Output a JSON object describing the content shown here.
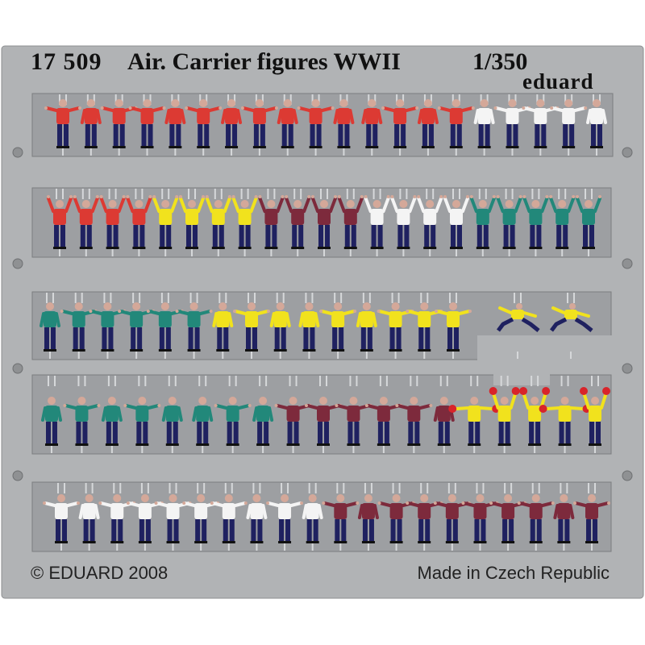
{
  "header": {
    "code": "17 509",
    "title": "Air. Carrier figures WWII",
    "scale": "1/350",
    "brand": "eduard"
  },
  "footer": {
    "copyright": "© EDUARD 2008",
    "origin": "Made in Czech Republic"
  },
  "colors": {
    "plate": "#b1b3b5",
    "plate_border": "#8d8f91",
    "strip": "#9d9fa2",
    "strip_border": "#7c7e80",
    "sprue": "#d6d8da",
    "trousers": "#1f2160",
    "skin": "#d4a899",
    "red": "#dc3a33",
    "white": "#f4f4f4",
    "yellow": "#f1e21d",
    "maroon": "#7d2a3c",
    "green": "#22887a",
    "paddle": "#d8242a"
  },
  "rows": [
    {
      "figures": [
        [
          "red",
          "arms-out"
        ],
        [
          "red",
          "arms-down"
        ],
        [
          "red",
          "arms-out"
        ],
        [
          "red",
          "arms-out"
        ],
        [
          "red",
          "arms-down"
        ],
        [
          "red",
          "arms-out"
        ],
        [
          "red",
          "arms-down"
        ],
        [
          "red",
          "arms-out"
        ],
        [
          "red",
          "arms-down"
        ],
        [
          "red",
          "arms-out"
        ],
        [
          "red",
          "arms-down"
        ],
        [
          "red",
          "arms-down"
        ],
        [
          "red",
          "arms-out"
        ],
        [
          "red",
          "arms-down"
        ],
        [
          "red",
          "arms-out"
        ],
        [
          "white",
          "arms-down"
        ],
        [
          "white",
          "arms-out"
        ],
        [
          "white",
          "arms-out"
        ],
        [
          "white",
          "arms-out"
        ],
        [
          "white",
          "arms-down"
        ]
      ]
    },
    {
      "figures": [
        [
          "red",
          "arms-up"
        ],
        [
          "red",
          "arms-up"
        ],
        [
          "red",
          "arms-up"
        ],
        [
          "red",
          "arms-up"
        ],
        [
          "yellow",
          "arms-up"
        ],
        [
          "yellow",
          "arms-up"
        ],
        [
          "yellow",
          "arms-up"
        ],
        [
          "yellow",
          "arms-up"
        ],
        [
          "maroon",
          "arms-up"
        ],
        [
          "maroon",
          "arms-up"
        ],
        [
          "maroon",
          "arms-up"
        ],
        [
          "maroon",
          "arms-up"
        ],
        [
          "white",
          "arms-up"
        ],
        [
          "white",
          "arms-up"
        ],
        [
          "white",
          "arms-up"
        ],
        [
          "white",
          "arms-up"
        ],
        [
          "green",
          "arms-up"
        ],
        [
          "green",
          "arms-up"
        ],
        [
          "green",
          "arms-up"
        ],
        [
          "green",
          "arms-up"
        ],
        [
          "green",
          "arms-up"
        ]
      ]
    },
    {
      "figures": [
        [
          "green",
          "arms-down"
        ],
        [
          "green",
          "arms-out"
        ],
        [
          "green",
          "arms-out"
        ],
        [
          "green",
          "arms-out"
        ],
        [
          "green",
          "arms-out"
        ],
        [
          "green",
          "arms-out"
        ],
        [
          "yellow",
          "arms-down"
        ],
        [
          "yellow",
          "arms-out"
        ],
        [
          "yellow",
          "arms-down"
        ],
        [
          "yellow",
          "arms-down"
        ],
        [
          "yellow",
          "arms-out"
        ],
        [
          "yellow",
          "arms-down"
        ],
        [
          "yellow",
          "arms-out"
        ],
        [
          "yellow",
          "arms-out"
        ],
        [
          "yellow",
          "arms-out"
        ],
        [
          "yellow",
          "crouch"
        ],
        [
          "yellow",
          "crouch"
        ]
      ]
    },
    {
      "figures": [
        [
          "green",
          "arms-down"
        ],
        [
          "green",
          "arms-out"
        ],
        [
          "green",
          "arms-down"
        ],
        [
          "green",
          "arms-out"
        ],
        [
          "green",
          "arms-down"
        ],
        [
          "green",
          "arms-down"
        ],
        [
          "green",
          "arms-out"
        ],
        [
          "green",
          "arms-down"
        ],
        [
          "maroon",
          "arms-out"
        ],
        [
          "maroon",
          "arms-out"
        ],
        [
          "maroon",
          "arms-out"
        ],
        [
          "maroon",
          "arms-out"
        ],
        [
          "maroon",
          "arms-out"
        ],
        [
          "maroon",
          "arms-down"
        ],
        [
          "yellow",
          "paddles-out"
        ],
        [
          "yellow",
          "paddles-up"
        ],
        [
          "yellow",
          "paddles-up"
        ],
        [
          "yellow",
          "paddles-out"
        ],
        [
          "yellow",
          "paddles-up"
        ]
      ]
    },
    {
      "figures": [
        [
          "white",
          "arms-out"
        ],
        [
          "white",
          "arms-down"
        ],
        [
          "white",
          "arms-out"
        ],
        [
          "white",
          "arms-out"
        ],
        [
          "white",
          "arms-out"
        ],
        [
          "white",
          "arms-out"
        ],
        [
          "white",
          "arms-out"
        ],
        [
          "white",
          "arms-down"
        ],
        [
          "white",
          "arms-out"
        ],
        [
          "white",
          "arms-down"
        ],
        [
          "maroon",
          "arms-out"
        ],
        [
          "maroon",
          "arms-down"
        ],
        [
          "maroon",
          "arms-out"
        ],
        [
          "maroon",
          "arms-out"
        ],
        [
          "maroon",
          "arms-out"
        ],
        [
          "maroon",
          "arms-out"
        ],
        [
          "maroon",
          "arms-out"
        ],
        [
          "maroon",
          "arms-out"
        ],
        [
          "maroon",
          "arms-down"
        ],
        [
          "maroon",
          "arms-out"
        ]
      ]
    }
  ]
}
